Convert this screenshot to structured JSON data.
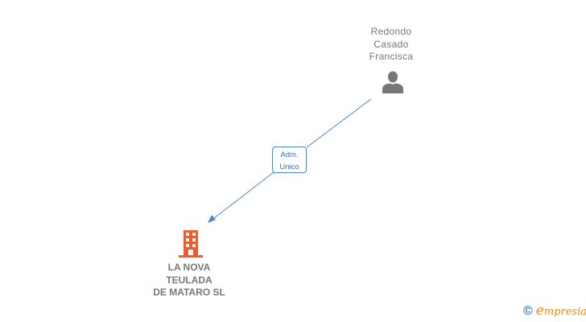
{
  "person": {
    "name_lines": [
      "Redondo",
      "Casado",
      "Francisca"
    ],
    "icon": "person-icon"
  },
  "relation": {
    "role_lines": [
      "Adm.",
      "Unico"
    ],
    "line_color": "#4a86d8"
  },
  "company": {
    "name_lines": [
      "LA NOVA",
      "TEULADA",
      "DE MATARO SL"
    ],
    "icon": "building-icon",
    "icon_color": "#f15a2b"
  },
  "brand": {
    "copyright_symbol": "©",
    "name_initial": "e",
    "name_rest": "mpresia"
  }
}
